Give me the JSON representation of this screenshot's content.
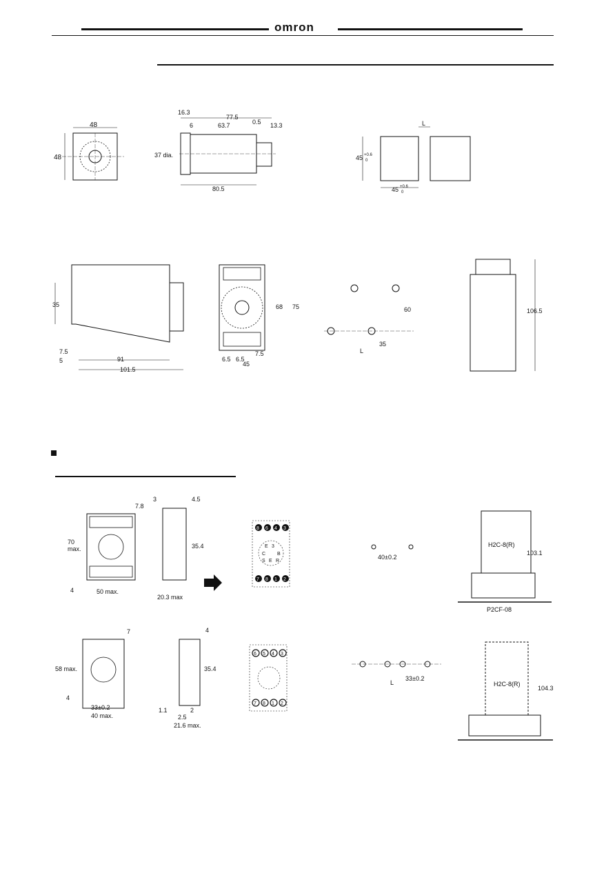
{
  "header": {
    "brand": "omron"
  },
  "fig1": {
    "front_width": "48",
    "front_height": "48",
    "side_top_left": "16.3",
    "side_length": "77.5",
    "side_a": "6",
    "side_body": "63.7",
    "side_b": "0.5",
    "side_c": "13.3",
    "side_dia": "37 dia.",
    "side_total": "80.5"
  },
  "fig2": {
    "cut_h": "45",
    "cut_h_tol": "+0.6",
    "cut_h_tol2": "0",
    "cut_w": "45",
    "cut_w_tol": "+0.6",
    "cut_w_tol2": "0",
    "gap": "L"
  },
  "fig3": {
    "height": "35",
    "d1": "7.5",
    "d2": "5",
    "len1": "91",
    "len2": "101.5",
    "front_h1": "68",
    "front_h2": "75",
    "front_w1": "7.5",
    "front_w2": "6.5",
    "front_w3": "6.5",
    "front_w": "45",
    "hole_h": "60",
    "hole_w": "35",
    "hole_l": "L",
    "mount_h": "106.5"
  },
  "fig4": {
    "top_a": "7.8",
    "top_b": "3",
    "top_c": "4.5",
    "height": "70",
    "height_unit": "max.",
    "width_gap": "4",
    "width": "50 max.",
    "depth": "20.3 max",
    "side_h": "35.4",
    "hole_spacing": "40±0.2",
    "mount_h": "103.1",
    "relay_label": "H2C-8(R)",
    "socket_label": "P2CF-08",
    "pin_top": [
      "8",
      "6",
      "4",
      "3"
    ],
    "pin_bottom": [
      "7",
      "8",
      "1",
      "2"
    ],
    "pin_letters": [
      "E",
      "3",
      "C",
      "B",
      "S",
      "E",
      "R"
    ]
  },
  "fig5": {
    "top_a": "7",
    "top_b": "4",
    "height": "58 max.",
    "gap": "4",
    "spacing": "33±0.2",
    "width": "40 max.",
    "side_h": "35.4",
    "d1": "1.1",
    "d2": "2",
    "d3": "2.5",
    "depth": "21.6 max.",
    "hole_spacing": "33±0.2",
    "hole_l": "L",
    "relay_label": "H2C-8(R)",
    "mount_h": "104.3",
    "pin_top": [
      "6",
      "5",
      "4",
      "3"
    ],
    "pin_bottom": [
      "7",
      "8",
      "1",
      "2"
    ]
  }
}
